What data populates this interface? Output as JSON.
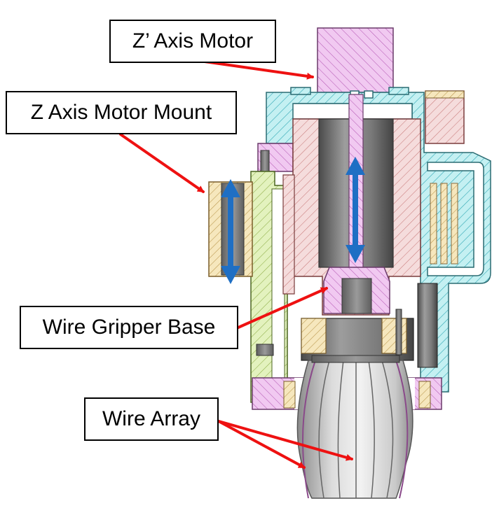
{
  "labels": {
    "z_prime_motor": "Z’ Axis Motor",
    "z_motor_mount": "Z Axis Motor Mount",
    "wire_gripper_base": "Wire Gripper Base",
    "wire_array": "Wire Array"
  },
  "colors": {
    "cyan_housing": "#bfeef0",
    "pink_body": "#f2d6d6",
    "magenta_parts": "#efc2ef",
    "yellow_parts": "#f3e3b8",
    "green_plate": "#dff0b6",
    "gray_metal": "#7e7e7e",
    "arrow_red": "#ee1111",
    "arrow_blue": "#1f6fc4"
  }
}
